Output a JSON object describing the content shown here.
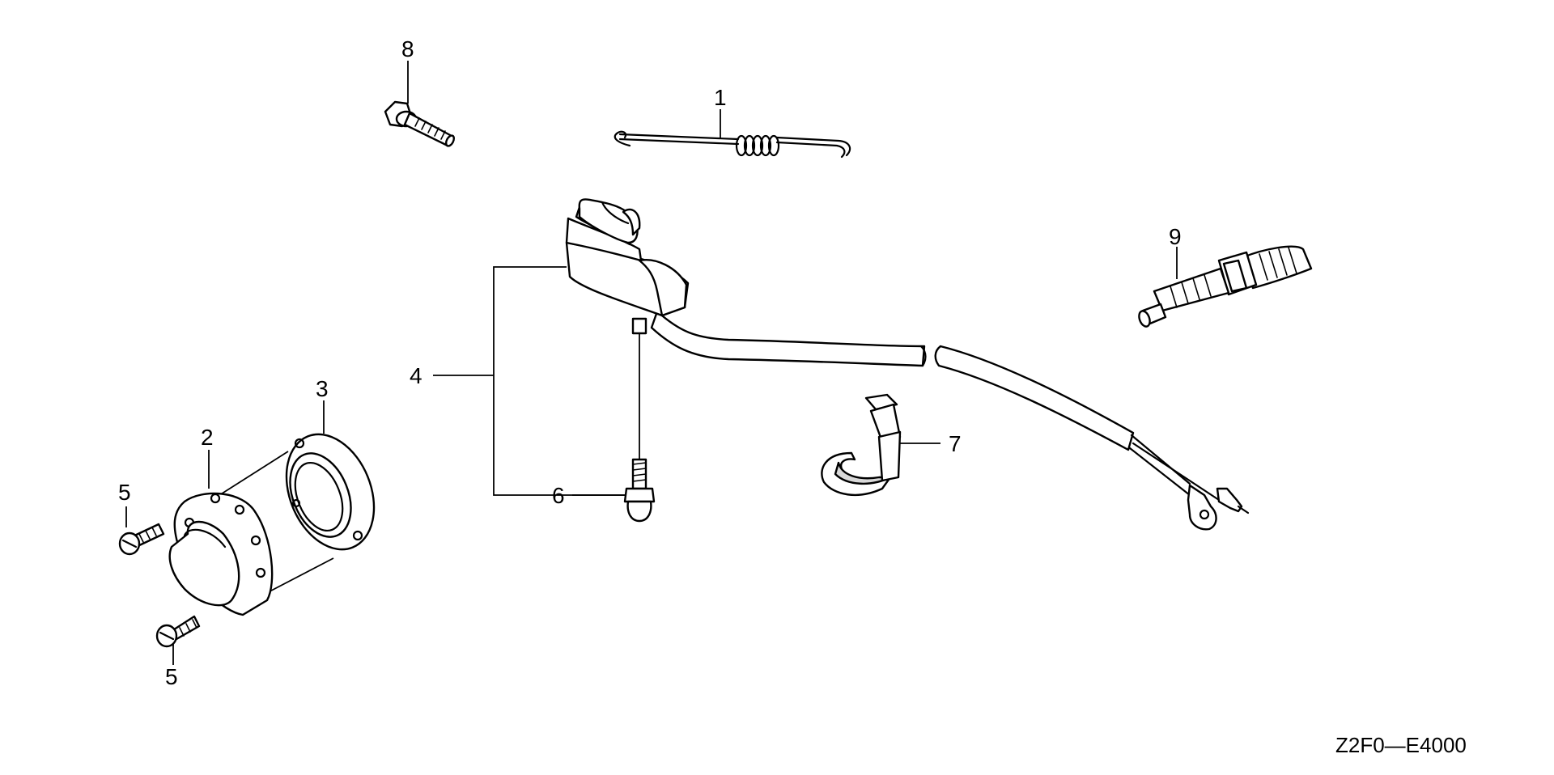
{
  "diagram": {
    "code": "Z2F0—E4000",
    "callouts": [
      {
        "id": "callout-1",
        "text": "1"
      },
      {
        "id": "callout-2",
        "text": "2"
      },
      {
        "id": "callout-3",
        "text": "3"
      },
      {
        "id": "callout-4",
        "text": "4"
      },
      {
        "id": "callout-5a",
        "text": "5"
      },
      {
        "id": "callout-5b",
        "text": "5"
      },
      {
        "id": "callout-6",
        "text": "6"
      },
      {
        "id": "callout-7",
        "text": "7"
      },
      {
        "id": "callout-8",
        "text": "8"
      },
      {
        "id": "callout-9",
        "text": "9"
      }
    ]
  }
}
